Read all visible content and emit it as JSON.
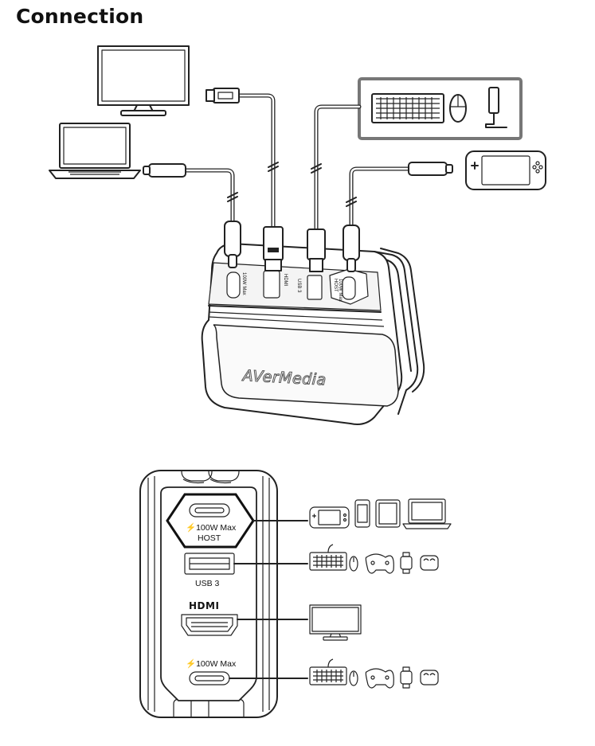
{
  "page": {
    "title": "Connection"
  },
  "top_diagram": {
    "brand_logo": "AVerMedia",
    "port_labels": {
      "usb_c_power": "100W Max",
      "usb3": "USB 3",
      "usb_c_host": "HOST",
      "usb_c_host_power": "100W Max",
      "hdmi": "HDMI"
    },
    "devices": [
      "monitor-icon",
      "laptop-icon",
      "keyboard-mouse-dongle-icon",
      "handheld-console-icon"
    ]
  },
  "bottom_diagram": {
    "ports": [
      {
        "power": "100W Max",
        "label": "HOST",
        "devices": [
          "handheld-console-icon",
          "phone-icon",
          "tablet-icon",
          "laptop-icon"
        ]
      },
      {
        "label": "USB 3",
        "devices": [
          "keyboard-icon",
          "mouse-icon",
          "gamepad-icon",
          "smartwatch-icon",
          "earbuds-icon"
        ]
      },
      {
        "label": "HDMI",
        "devices": [
          "monitor-icon"
        ]
      },
      {
        "power": "100W Max",
        "label": "",
        "devices": [
          "keyboard-icon",
          "mouse-icon",
          "gamepad-icon",
          "smartwatch-icon",
          "earbuds-icon"
        ]
      }
    ]
  }
}
